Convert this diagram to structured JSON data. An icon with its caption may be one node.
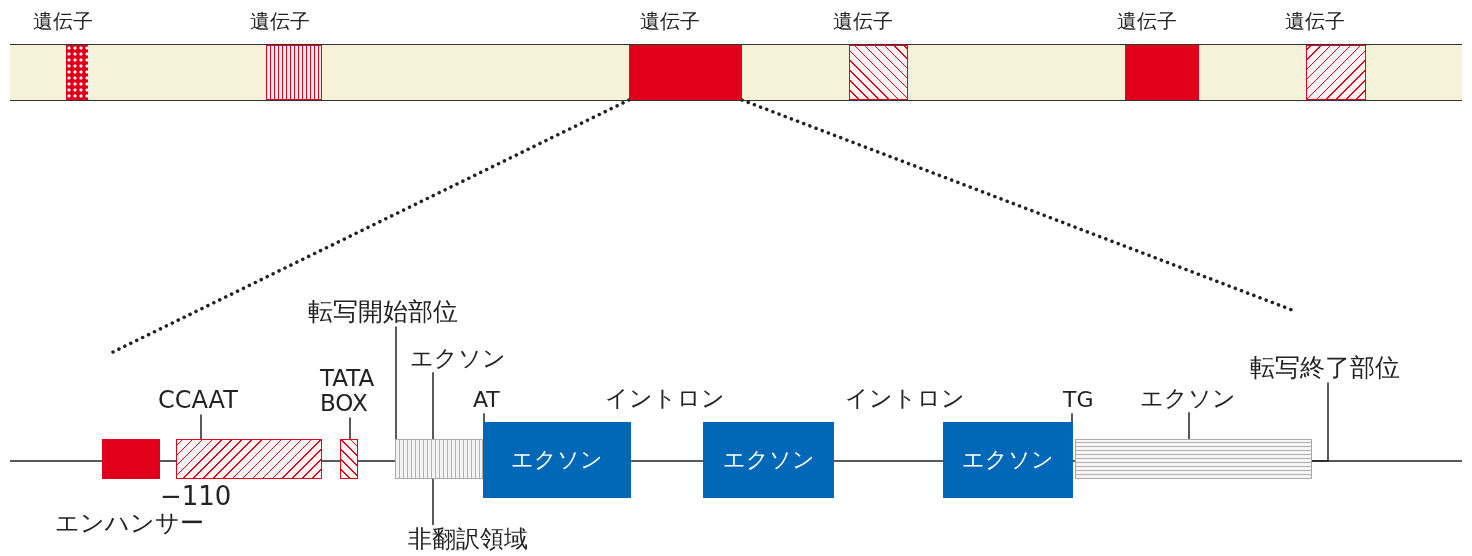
{
  "diagram": {
    "nodes": [
      {
        "text": [
          "遺伝子"
        ]
      },
      {
        "text": [
          "遺伝子"
        ]
      },
      {
        "text": [
          "遺伝子"
        ]
      },
      {
        "text": [
          "遺伝子"
        ]
      },
      {
        "text": [
          "遺伝子"
        ]
      },
      {
        "text": [
          "遺伝子"
        ]
      },
      {
        "text": [
          "エンハンサー"
        ]
      },
      {
        "text": [
          "CCAAT"
        ]
      },
      {
        "text": [],
        "shape": "box"
      },
      {
        "text": [
          "TATA BOX"
        ]
      },
      {
        "text": [],
        "shape": "box"
      },
      {
        "text": [
          "転写開始部位"
        ]
      },
      {
        "text": [
          "エクソン"
        ]
      },
      {
        "text": [],
        "shape": "box"
      },
      {
        "text": [
          "非翻訳領域"
        ]
      },
      {
        "text": [
          "AT"
        ]
      },
      {
        "text": [
          "エクソン"
        ]
      },
      {
        "text": [
          "エクソン"
        ]
      },
      {
        "text": [
          "エクソン"
        ]
      },
      {
        "text": [
          "TG"
        ]
      },
      {
        "text": [
          "エクソン"
        ]
      },
      {
        "text": [],
        "shape": "box"
      },
      {
        "text": [
          "転写終了部位"
        ]
      }
    ],
    "edges": [
      {
        "from": 2,
        "to": null,
        "arrow": "none",
        "style": "dashed"
      },
      {
        "from": 2,
        "to": null,
        "arrow": "none",
        "style": "dashed"
      },
      {
        "from": 7,
        "to": 8,
        "arrow": "none"
      },
      {
        "from": 9,
        "to": 10,
        "arrow": "none"
      },
      {
        "from": 11,
        "to": 13,
        "arrow": "none"
      },
      {
        "from": 12,
        "to": 13,
        "arrow": "none"
      },
      {
        "from": 14,
        "to": 13,
        "arrow": "none"
      },
      {
        "from": 15,
        "to": 16,
        "arrow": "none"
      },
      {
        "from": 19,
        "to": 18,
        "arrow": "none"
      },
      {
        "from": 20,
        "to": 21,
        "arrow": "none"
      },
      {
        "from": 22,
        "to": 21,
        "arrow": "none"
      }
    ],
    "labels": [
      "−110",
      "イントロン",
      "イントロン"
    ]
  }
}
